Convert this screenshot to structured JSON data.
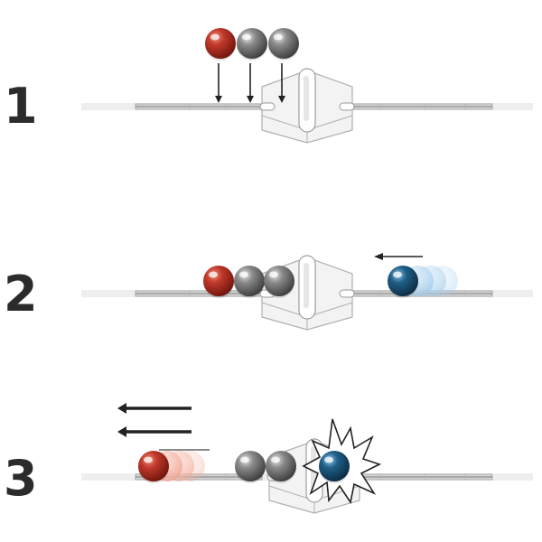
{
  "steps": [
    {
      "number": "1",
      "balls": [
        "red",
        "gray",
        "gray"
      ],
      "arrows": [
        "down",
        "down",
        "down"
      ]
    },
    {
      "number": "2",
      "balls": [
        "red",
        "gray",
        "gray",
        "blue"
      ],
      "arrows": [
        "left"
      ]
    },
    {
      "number": "3",
      "balls": [
        "red",
        "gray",
        "gray",
        "blue"
      ],
      "arrows": [
        "left",
        "left"
      ],
      "impact": "burst"
    }
  ],
  "colors": {
    "number": "#2b2b2b",
    "rail_light": "#d6d6d6",
    "rail_dark": "#8c8c8c",
    "block_face": "#f3f3f3",
    "block_edge": "#b0b0b0",
    "red_ball": "#b52a1c",
    "gray_ball": "#7a7a7a",
    "blue_ball": "#1e5a82",
    "arrow": "#222222"
  }
}
